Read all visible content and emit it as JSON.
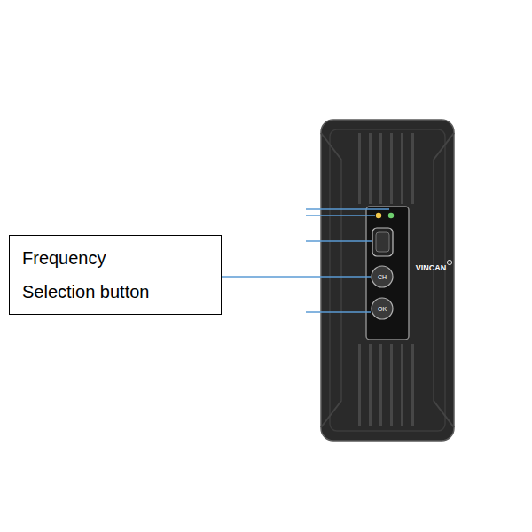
{
  "diagram": {
    "nodes": [
      {
        "text": [
          "Frequency Selection button"
        ]
      }
    ],
    "labels": [
      "VINCAN",
      "CH",
      "OK"
    ]
  }
}
